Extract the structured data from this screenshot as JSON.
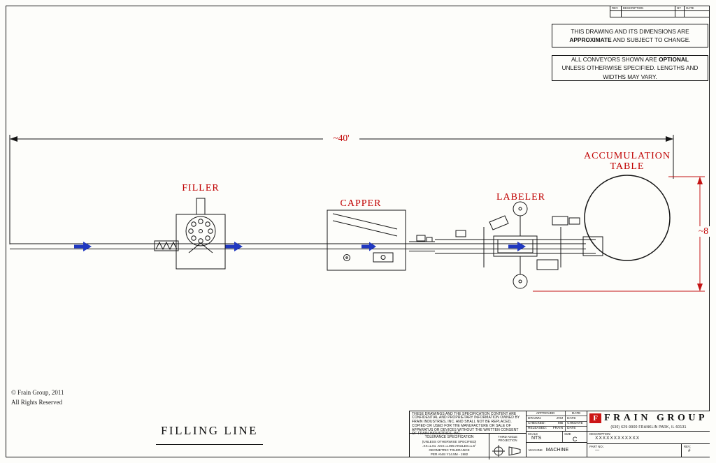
{
  "rev_table": {
    "headers": [
      "REV",
      "DESCRIPTION",
      "BY",
      "DATE"
    ]
  },
  "notes": [
    {
      "pre": "THIS DRAWING AND ITS DIMENSIONS ARE ",
      "bold": "APPROXIMATE",
      "post": " AND SUBJECT TO CHANGE."
    },
    {
      "pre": "ALL CONVEYORS SHOWN ARE ",
      "bold": "OPTIONAL",
      "post": " UNLESS OTHERWISE SPECIFIED.  LENGTHS AND WIDTHS MAY VARY."
    }
  ],
  "drawing": {
    "dim_width": "~40'",
    "dim_height": "~8",
    "filler_label": "FILLER",
    "capper_label": "CAPPER",
    "labeler_label": "LABELER",
    "accumulation_line1": "ACCUMULATION",
    "accumulation_line2": "TABLE"
  },
  "copyright": {
    "line1": "© Frain Group, 2011",
    "line2": "All Rights Reserved"
  },
  "sheet_title": "FILLING  LINE",
  "title_block": {
    "legal": "THESE DRAWINGS AND THE SPECIFICATION CONTENT ARE CONFIDENTIAL AND PROPRIETARY INFORMATION OWNED BY FRAIN INDUSTRIES, INC. AND SHALL NOT BE REPLACED, COPIED OR USED FOR THE MANUFACTURE OR SALE OF APPARATUS OR DEVICES WITHOUT THE WRITTEN CONSENT OF FRAIN INDUSTRIES, INC..",
    "tolerance": {
      "title": "TOLERANCE SPECIFICATION",
      "subtitle": "(UNLESS OTHERWISE SPECIFIED)",
      "line1": ".XX=±.01   .XXX=±.005   ANGLES=±.5°",
      "line2": "GEOMETRIC TOLERANCE",
      "line3": "PER ANSI Y14.5M - 1982"
    },
    "projection_label": "THIRD ANGLE PROJECTION",
    "approvals": {
      "col1_header": "APPROVED",
      "col2_header": "DATE",
      "rows": [
        {
          "label": "DRAWN:",
          "name": "JVM",
          "date": "DATE"
        },
        {
          "label": "CHECKED:",
          "name": "MB",
          "date": "CHKDATE"
        },
        {
          "label": "RELEASED:",
          "name": "FRAIN",
          "date": "DATE"
        }
      ]
    },
    "scale_label": "SCALE",
    "scale_value": "NTS",
    "size_label": "SIZE",
    "size_value": "C",
    "machine_label": "MACHINE",
    "machine_value": "MACHINE",
    "logo_letter": "F",
    "company": "FRAIN  GROUP",
    "phone_address": "(630) 629-9900   FRANKLIN PARK, IL  60131",
    "description_label": "DESCRIPTION:",
    "description_value": "XXXXXXXXXXXX",
    "part_no_label": "PART NO.:",
    "part_no_value": "—",
    "rev_label": "REV:",
    "rev_value": "#"
  }
}
